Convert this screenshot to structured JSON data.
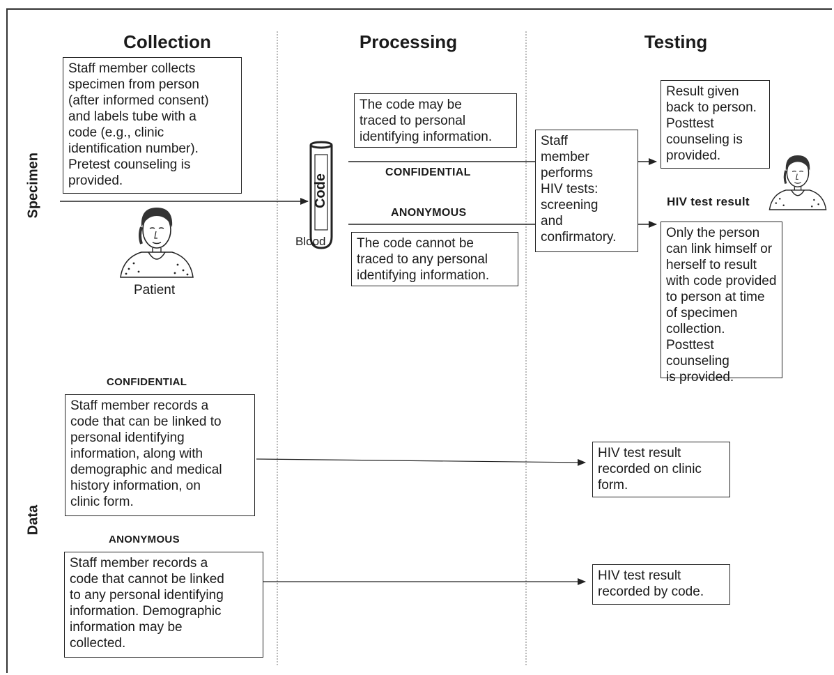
{
  "columns": {
    "collection": "Collection",
    "processing": "Processing",
    "testing": "Testing"
  },
  "rows": {
    "specimen": "Specimen",
    "data": "Data"
  },
  "specimen": {
    "collect_box": "Staff member collects\nspecimen from person\n(after informed consent)\nand labels tube with a\ncode (e.g., clinic\nidentification number).\nPretest counseling is\nprovided.",
    "patient_label": "Patient",
    "tube_label": "Code",
    "blood_label": "Blood",
    "confidential_note": "The code may be\ntraced to personal\nidentifying information.",
    "confidential_tag": "CONFIDENTIAL",
    "anonymous_tag": "ANONYMOUS",
    "anonymous_note": "The code cannot be\ntraced to any personal\nidentifying information.",
    "staff_tests": "Staff\nmember\nperforms\nHIV tests:\nscreening\nand\nconfirmatory.",
    "result_given": "Result given\nback to person.\nPosttest\ncounseling is\nprovided.",
    "hiv_result_label": "HIV test result",
    "only_person": "Only the person\ncan link himself or\nherself to result\nwith code provided\nto person at time\nof specimen\ncollection.\nPosttest counseling\nis provided."
  },
  "data": {
    "confidential_tag": "CONFIDENTIAL",
    "confidential_box": "Staff member records a\ncode that can be linked to\npersonal identifying\ninformation, along with\ndemographic and medical\nhistory information, on\nclinic form.",
    "confidential_result": "HIV test result\nrecorded on clinic\nform.",
    "anonymous_tag": "ANONYMOUS",
    "anonymous_box": "Staff member records a\ncode that cannot be linked\nto any personal identifying\ninformation. Demographic\ninformation may be\ncollected.",
    "anonymous_result": "HIV test result\nrecorded by code."
  }
}
